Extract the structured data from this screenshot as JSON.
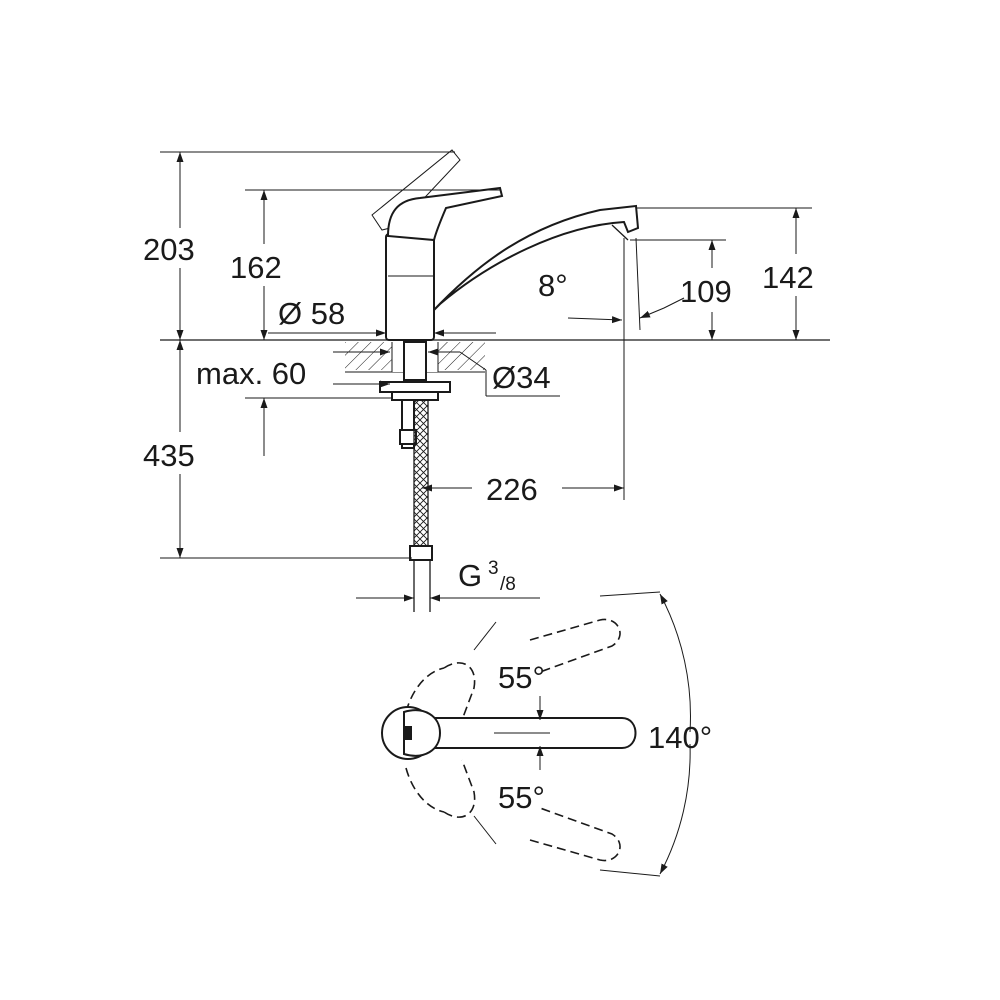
{
  "dimensions": {
    "height_total": "203",
    "height_lever": "162",
    "diameter_base": "Ø 58",
    "spout_height": "142",
    "spout_outlet_height": "109",
    "spout_angle": "8°",
    "counter_thickness": "max. 60",
    "hole_diameter": "Ø34",
    "hose_length": "435",
    "spout_reach": "226",
    "connection_thread": "G",
    "connection_num": "3",
    "connection_den": "/8"
  },
  "rotation": {
    "upper_angle": "55°",
    "lower_angle": "55°",
    "total_angle": "140°"
  }
}
